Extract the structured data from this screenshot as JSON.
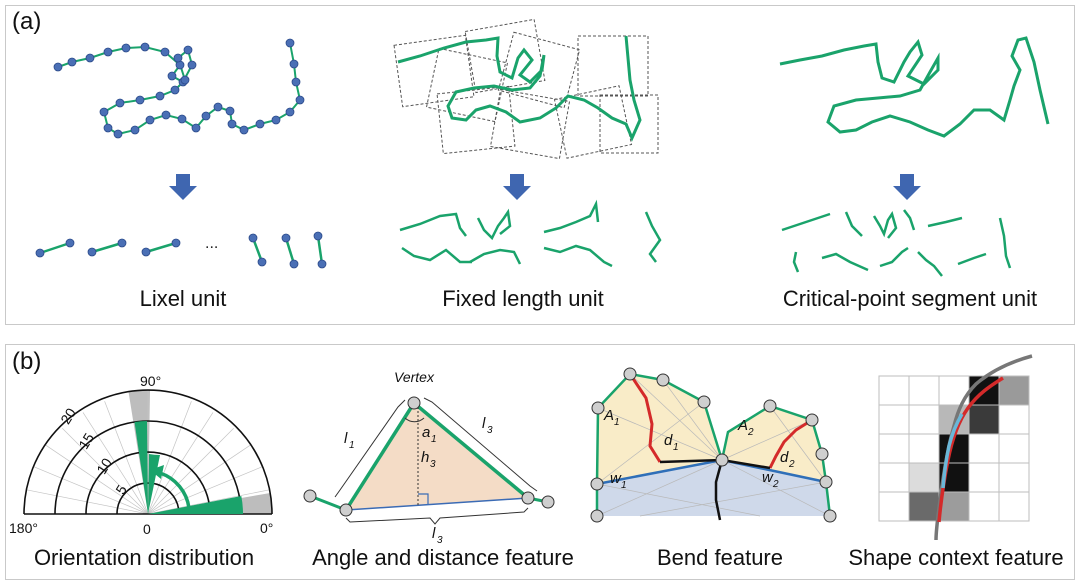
{
  "panel_a": {
    "label": "(a)",
    "units": [
      {
        "caption": "Lixel unit"
      },
      {
        "caption": "Fixed length unit"
      },
      {
        "caption": "Critical-point segment unit"
      }
    ],
    "ellipsis": "..."
  },
  "panel_b": {
    "label": "(b)",
    "polar": {
      "caption": "Orientation distribution",
      "label_90": "90°",
      "label_180": "180°",
      "label_0": "0°",
      "label_center": "0",
      "radial_ticks": [
        "5",
        "10",
        "15",
        "20"
      ]
    },
    "angle": {
      "caption": "Angle and distance feature",
      "vertex": "Vertex",
      "l1": "l",
      "l1_sub": "1",
      "l3a": "l",
      "l3a_sub": "3",
      "l3b": "l",
      "l3b_sub": "3",
      "a1": "a",
      "a1_sub": "1",
      "h3": "h",
      "h3_sub": "3"
    },
    "bend": {
      "caption": "Bend feature",
      "A1": "A",
      "A1_sub": "1",
      "A2": "A",
      "A2_sub": "2",
      "d1": "d",
      "d1_sub": "1",
      "d2": "d",
      "d2_sub": "2",
      "w1": "w",
      "w1_sub": "1",
      "w2": "w",
      "w2_sub": "2"
    },
    "shape_context": {
      "caption": "Shape context feature"
    }
  },
  "colors": {
    "green": "#1aa36b",
    "node_blue": "#4a6fb5",
    "arrow_blue": "#3f66b0",
    "red": "#d42a2a",
    "cyan": "#6ab7d8",
    "beige": "#f9ecc8",
    "blue_fill": "#cfd9ea",
    "tri_fill": "#f4dcc6"
  }
}
